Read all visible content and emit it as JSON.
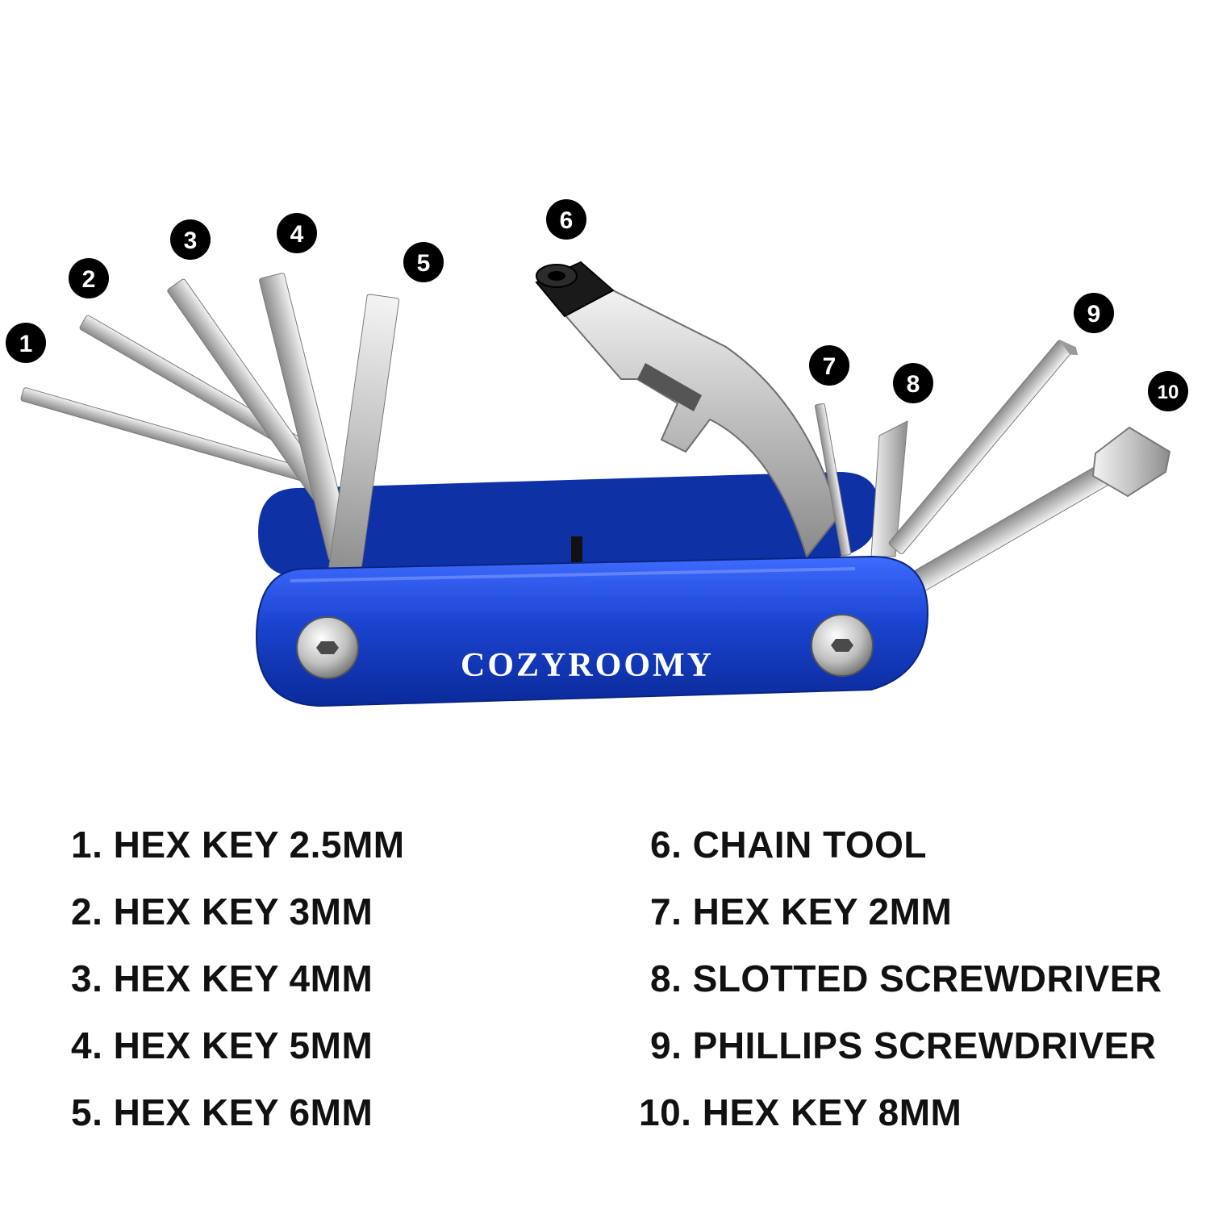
{
  "brand": {
    "name": "COZYROOMY"
  },
  "colors": {
    "body": "#1238b8",
    "metal": "#c9c9c9",
    "marker": "#000000",
    "text": "#111111"
  },
  "markers": [
    "1",
    "2",
    "3",
    "4",
    "5",
    "6",
    "7",
    "8",
    "9",
    "10"
  ],
  "legend": [
    "1. HEX KEY 2.5MM",
    "2. HEX KEY 3MM",
    "3. HEX KEY 4MM",
    "4. HEX KEY 5MM",
    "5. HEX KEY 6MM",
    "6. CHAIN TOOL",
    "7. HEX KEY 2MM",
    "8. SLOTTED SCREWDRIVER",
    "9. PHILLIPS SCREWDRIVER",
    "10. HEX KEY 8MM"
  ]
}
